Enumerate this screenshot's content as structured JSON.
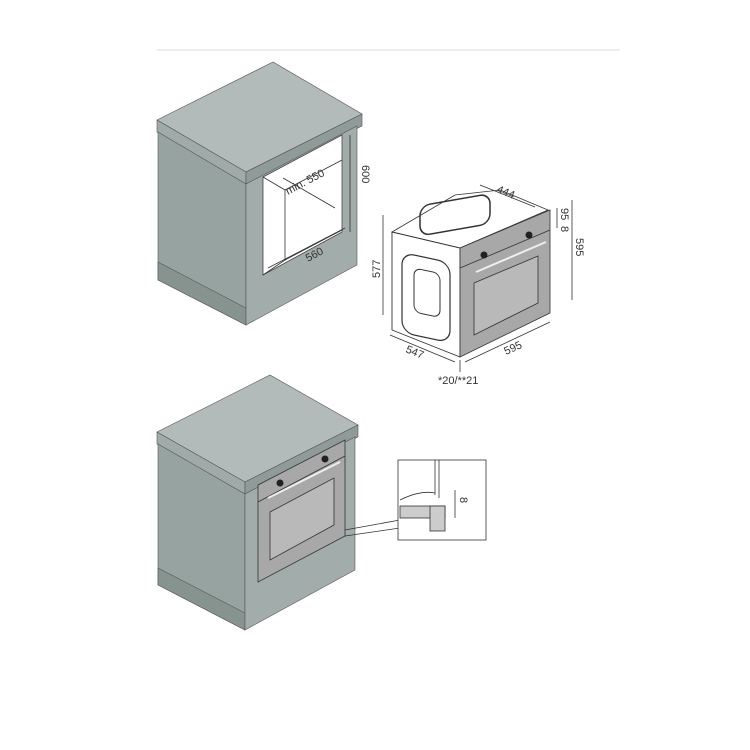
{
  "colors": {
    "top": "#b3bbba",
    "side": "#96a3a1",
    "front": "#a2adab",
    "plinth": "#87938f",
    "oven": "#a8a8a8",
    "line": "#333333"
  },
  "cabinet_niche": {
    "depth_label": "min. 550",
    "height_label": "600",
    "width_label": "560"
  },
  "oven": {
    "depth_top_label": "444",
    "panel_label": "95",
    "gap_label": "8",
    "height_label": "595",
    "body_height_label": "577",
    "depth_label": "547",
    "width_label": "595",
    "front_thickness_label": "*20/**21"
  },
  "detail": {
    "gap_label": "8"
  }
}
